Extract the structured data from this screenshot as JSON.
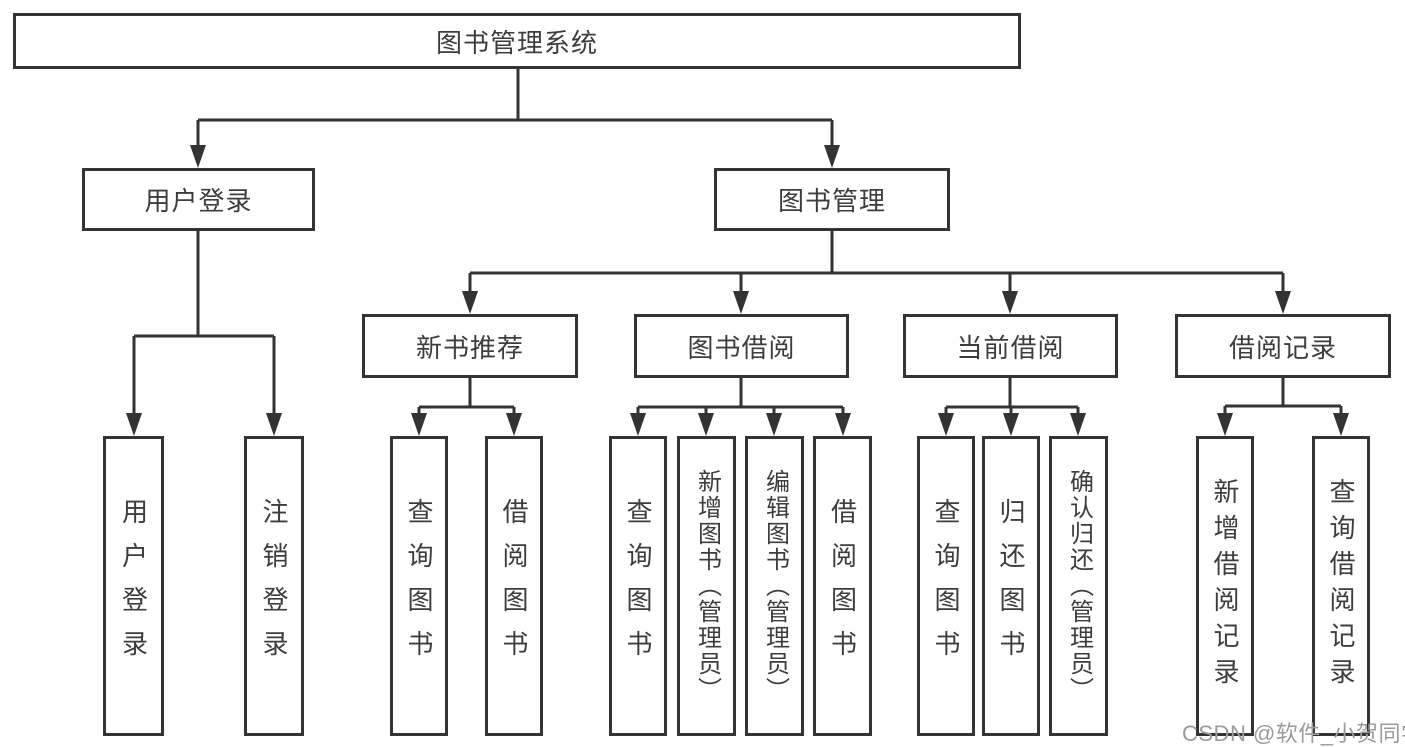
{
  "colors": {
    "line": "#333333",
    "text": "#3d3d3d",
    "box_fill": "#ffffff",
    "watermark": "#9b9b9b",
    "background": "#ffffff"
  },
  "watermark": {
    "text": "CSDN @软件_小贺同学"
  },
  "tree": {
    "root": "图书管理系统",
    "branches": [
      {
        "label": "用户登录",
        "children": [
          "用户登录",
          "注销登录"
        ]
      },
      {
        "label": "图书管理",
        "sections": [
          {
            "label": "新书推荐",
            "children": [
              "查询图书",
              "借阅图书"
            ]
          },
          {
            "label": "图书借阅",
            "children": [
              "查询图书",
              "新增图书（管理员）",
              "编辑图书（管理员）",
              "借阅图书"
            ]
          },
          {
            "label": "当前借阅",
            "children": [
              "查询图书",
              "归还图书",
              "确认归还（管理员）"
            ]
          },
          {
            "label": "借阅记录",
            "children": [
              "新增借阅记录",
              "查询借阅记录"
            ]
          }
        ]
      }
    ]
  }
}
